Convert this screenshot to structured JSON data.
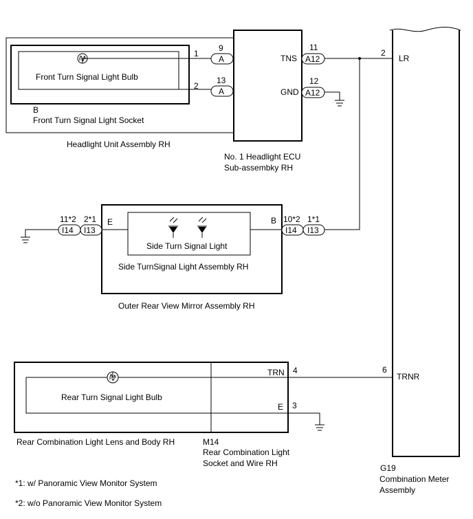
{
  "headlight_unit": {
    "label": "Headlight Unit Assembly RH",
    "socket_code": "B",
    "socket_label": "Front Turn Signal Light Socket",
    "bulb_label": "Front Turn Signal Light Bulb",
    "socket_pins": [
      "1",
      "2"
    ],
    "connector_pins": [
      "9",
      "13"
    ],
    "connector_code": "A"
  },
  "headlight_ecu": {
    "label_line1": "No. 1 Headlight ECU",
    "label_line2": "Sub-assembky RH",
    "pin_tns": "TNS",
    "pin_gnd": "GND",
    "connector_code": "A12",
    "pin_numbers": [
      "11",
      "12"
    ]
  },
  "combination_meter": {
    "code": "G19",
    "label_line1": "Combination Meter",
    "label_line2": "Assembly",
    "pin_lr": "LR",
    "pin_trnr": "TRNR",
    "pin_numbers": [
      "2",
      "6"
    ]
  },
  "mirror": {
    "label": "Outer Rear View Mirror Assembly RH",
    "assembly_label": "Side TurnSignal Light Assembly RH",
    "light_label": "Side Turn Signal Light",
    "pin_e": "E",
    "pin_b": "B",
    "left_connectors": [
      {
        "code": "I14",
        "pin": "11*2"
      },
      {
        "code": "I13",
        "pin": "2*1"
      }
    ],
    "right_connectors": [
      {
        "code": "I14",
        "pin": "10*2"
      },
      {
        "code": "I13",
        "pin": "1*1"
      }
    ]
  },
  "rear_light": {
    "lens_label": "Rear Combination Light Lens and Body RH",
    "socket_code": "M14",
    "socket_label_line1": "Rear Combination Light",
    "socket_label_line2": "Socket and Wire RH",
    "bulb_label": "Rear Turn Signal Light Bulb",
    "pin_trn": "TRN",
    "pin_e": "E",
    "pin_numbers": [
      "4",
      "3"
    ]
  },
  "notes": [
    "*1: w/ Panoramic View Monitor System",
    "*2: w/o Panoramic View Monitor System"
  ]
}
